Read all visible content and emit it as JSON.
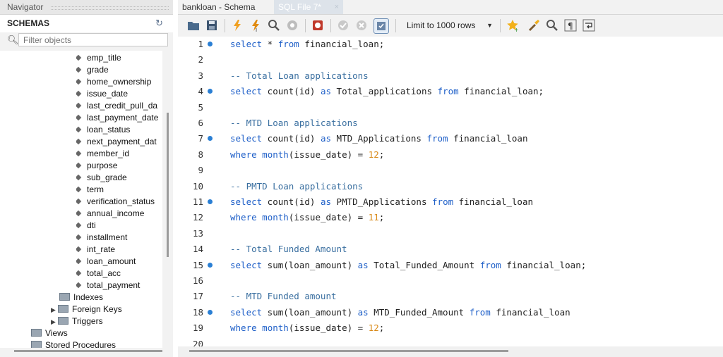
{
  "navigator": {
    "title": "Navigator",
    "schemas_label": "SCHEMAS",
    "filter_placeholder": "Filter objects",
    "columns": [
      "emp_title",
      "grade",
      "home_ownership",
      "issue_date",
      "last_credit_pull_da",
      "last_payment_date",
      "loan_status",
      "next_payment_dat",
      "member_id",
      "purpose",
      "sub_grade",
      "term",
      "verification_status",
      "annual_income",
      "dti",
      "installment",
      "int_rate",
      "loan_amount",
      "total_acc",
      "total_payment"
    ],
    "nodes": {
      "indexes": "Indexes",
      "foreign_keys": "Foreign Keys",
      "triggers": "Triggers",
      "views": "Views",
      "stored_procedures": "Stored Procedures"
    }
  },
  "tabs": {
    "schema_tab": "bankloan - Schema",
    "sql_tab": "SQL File 7*",
    "close_symbol": "×"
  },
  "toolbar": {
    "limit_label": "Limit to 1000 rows",
    "icons": [
      "open-folder-icon",
      "save-icon",
      "execute-icon",
      "execute-current-icon",
      "explain-icon",
      "stop-icon",
      "stop-on-error-icon",
      "commit-icon",
      "rollback-icon",
      "autocommit-icon",
      "bookmark-icon",
      "beautify-icon",
      "find-icon",
      "invisible-chars-icon",
      "wrap-icon"
    ]
  },
  "editor": {
    "lines": [
      {
        "n": "1",
        "dot": true,
        "tokens": [
          [
            "kw",
            "select"
          ],
          [
            "t",
            " * "
          ],
          [
            "kw",
            "from"
          ],
          [
            "t",
            " financial_loan;"
          ]
        ]
      },
      {
        "n": "2",
        "dot": false,
        "tokens": []
      },
      {
        "n": "3",
        "dot": false,
        "tokens": [
          [
            "cm",
            "-- Total Loan applications"
          ]
        ]
      },
      {
        "n": "4",
        "dot": true,
        "tokens": [
          [
            "kw",
            "select"
          ],
          [
            "t",
            " count(id) "
          ],
          [
            "kw",
            "as"
          ],
          [
            "t",
            " Total_applications "
          ],
          [
            "kw",
            "from"
          ],
          [
            "t",
            " financial_loan;"
          ]
        ]
      },
      {
        "n": "5",
        "dot": false,
        "tokens": []
      },
      {
        "n": "6",
        "dot": false,
        "tokens": [
          [
            "cm",
            "-- MTD Loan applications"
          ]
        ]
      },
      {
        "n": "7",
        "dot": true,
        "tokens": [
          [
            "kw",
            "select"
          ],
          [
            "t",
            " count(id) "
          ],
          [
            "kw",
            "as"
          ],
          [
            "t",
            " MTD_Applications "
          ],
          [
            "kw",
            "from"
          ],
          [
            "t",
            " financial_loan"
          ]
        ]
      },
      {
        "n": "8",
        "dot": false,
        "tokens": [
          [
            "kw",
            "where"
          ],
          [
            "t",
            " "
          ],
          [
            "kw",
            "month"
          ],
          [
            "t",
            "(issue_date) = "
          ],
          [
            "num",
            "12"
          ],
          [
            "t",
            ";"
          ]
        ]
      },
      {
        "n": "9",
        "dot": false,
        "tokens": []
      },
      {
        "n": "10",
        "dot": false,
        "tokens": [
          [
            "cm",
            "-- PMTD Loan applications"
          ]
        ]
      },
      {
        "n": "11",
        "dot": true,
        "tokens": [
          [
            "kw",
            "select"
          ],
          [
            "t",
            " count(id) "
          ],
          [
            "kw",
            "as"
          ],
          [
            "t",
            " PMTD_Applications "
          ],
          [
            "kw",
            "from"
          ],
          [
            "t",
            " financial_loan"
          ]
        ]
      },
      {
        "n": "12",
        "dot": false,
        "tokens": [
          [
            "kw",
            "where"
          ],
          [
            "t",
            " "
          ],
          [
            "kw",
            "month"
          ],
          [
            "t",
            "(issue_date) = "
          ],
          [
            "num",
            "11"
          ],
          [
            "t",
            ";"
          ]
        ]
      },
      {
        "n": "13",
        "dot": false,
        "tokens": []
      },
      {
        "n": "14",
        "dot": false,
        "tokens": [
          [
            "cm",
            "-- Total Funded Amount"
          ]
        ]
      },
      {
        "n": "15",
        "dot": true,
        "tokens": [
          [
            "kw",
            "select"
          ],
          [
            "t",
            " sum(loan_amount) "
          ],
          [
            "kw",
            "as"
          ],
          [
            "t",
            " Total_Funded_Amount "
          ],
          [
            "kw",
            "from"
          ],
          [
            "t",
            " financial_loan;"
          ]
        ]
      },
      {
        "n": "16",
        "dot": false,
        "tokens": []
      },
      {
        "n": "17",
        "dot": false,
        "tokens": [
          [
            "cm",
            "-- MTD Funded amount"
          ]
        ]
      },
      {
        "n": "18",
        "dot": true,
        "tokens": [
          [
            "kw",
            "select"
          ],
          [
            "t",
            " sum(loan_amount) "
          ],
          [
            "kw",
            "as"
          ],
          [
            "t",
            " MTD_Funded_Amount "
          ],
          [
            "kw",
            "from"
          ],
          [
            "t",
            " financial_loan"
          ]
        ]
      },
      {
        "n": "19",
        "dot": false,
        "tokens": [
          [
            "kw",
            "where"
          ],
          [
            "t",
            " "
          ],
          [
            "kw",
            "month"
          ],
          [
            "t",
            "(issue_date) = "
          ],
          [
            "num",
            "12"
          ],
          [
            "t",
            ";"
          ]
        ]
      },
      {
        "n": "20",
        "dot": false,
        "tokens": []
      }
    ]
  }
}
